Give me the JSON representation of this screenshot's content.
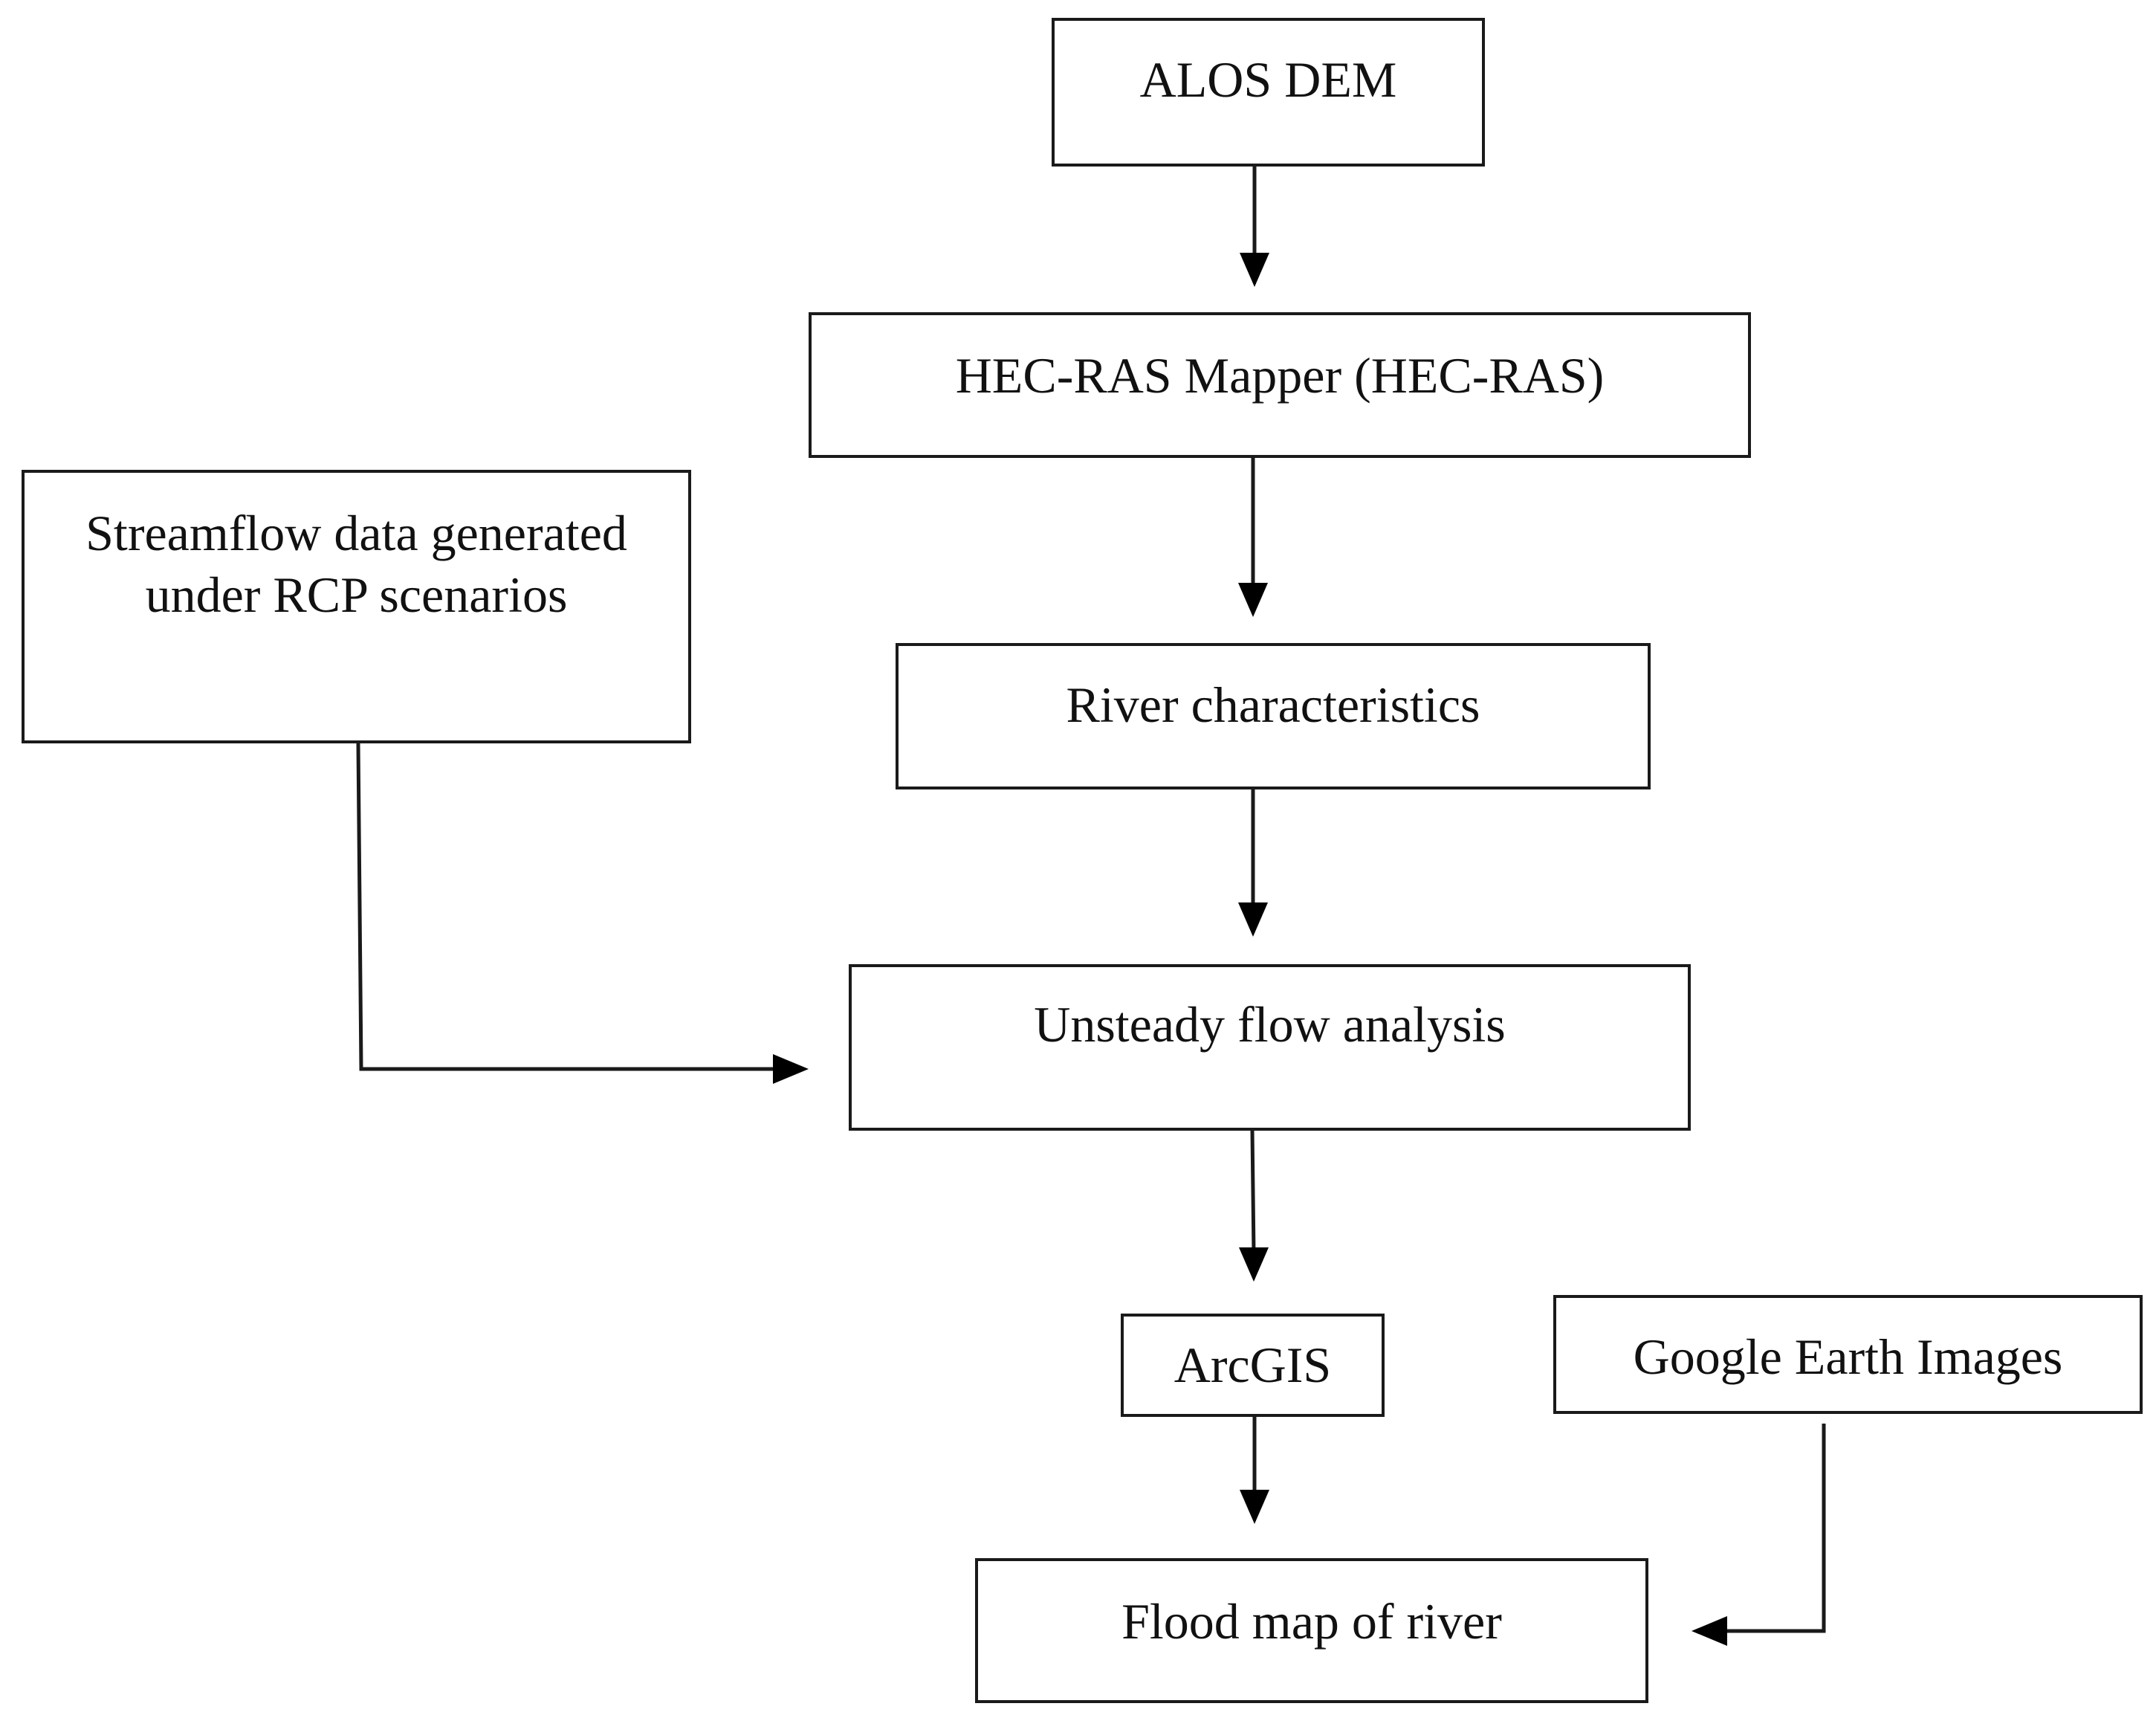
{
  "nodes": {
    "alos_dem": "ALOS DEM",
    "hec_ras_mapper": "HEC-RAS Mapper (HEC-RAS)",
    "streamflow_line1": "Streamflow data generated",
    "streamflow_line2": "under RCP scenarios",
    "river_characteristics": "River characteristics",
    "unsteady_flow": "Unsteady flow analysis",
    "arcgis": "ArcGIS",
    "google_earth": "Google Earth Images",
    "flood_map": "Flood map of river"
  },
  "edges": [
    {
      "from": "ALOS DEM",
      "to": "HEC-RAS Mapper (HEC-RAS)"
    },
    {
      "from": "HEC-RAS Mapper (HEC-RAS)",
      "to": "River characteristics"
    },
    {
      "from": "River characteristics",
      "to": "Unsteady flow analysis"
    },
    {
      "from": "Streamflow data generated under RCP scenarios",
      "to": "Unsteady flow analysis"
    },
    {
      "from": "Unsteady flow analysis",
      "to": "ArcGIS"
    },
    {
      "from": "ArcGIS",
      "to": "Flood map of river"
    },
    {
      "from": "Google Earth Images",
      "to": "Flood map of river"
    }
  ]
}
